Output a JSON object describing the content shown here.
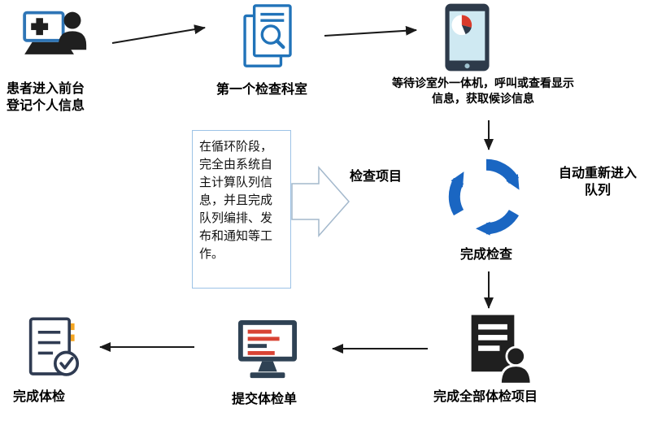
{
  "colors": {
    "icon_dark": "#1f1f1f",
    "icon_blue": "#2173b9",
    "recycle_blue": "#1a66c2",
    "navy": "#2f4254",
    "red": "#d84334",
    "orange": "#f5a623",
    "screen_blue": "#cfe9f2",
    "callout_border": "#9dc3e6",
    "arrow_black": "#1a1a1a"
  },
  "flow": {
    "registration": {
      "label": "患者进入前台\n登记个人信息"
    },
    "first_department": {
      "label": "第一个检查科室"
    },
    "kiosk": {
      "label": "等待诊室外一体机，呼叫或查看显示\n信息，获取候诊信息"
    },
    "callout": {
      "text": "在循环阶段，完全由系统自主计算队列信息，并且完成队列编排、发布和通知等工作。"
    },
    "exam_items": {
      "label": "检查项目"
    },
    "requeue": {
      "label": "自动重新进入\n队列"
    },
    "complete_check": {
      "label": "完成检查"
    },
    "all_items_done": {
      "label": "完成全部体检项目"
    },
    "submit_form": {
      "label": "提交体检单"
    },
    "finish_exam": {
      "label": "完成体检"
    }
  }
}
